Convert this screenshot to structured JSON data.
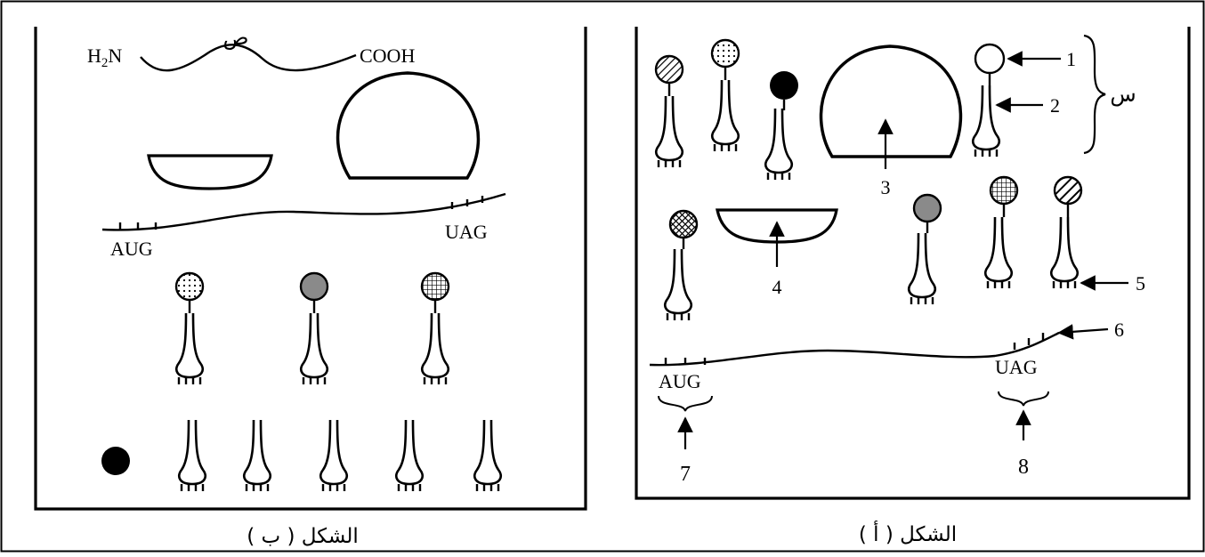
{
  "figure_b": {
    "caption": "الشكل ( ب )",
    "chain_letter": "ص",
    "amino_end": "H2N",
    "carboxyl_end": "COOH",
    "start_codon": "AUG",
    "stop_codon": "UAG"
  },
  "figure_a": {
    "caption": "الشكل ( أ )",
    "brace_letter": "س",
    "labels": [
      "1",
      "2",
      "3",
      "4",
      "5",
      "6",
      "7",
      "8"
    ],
    "start_codon": "AUG",
    "stop_codon": "UAG"
  }
}
